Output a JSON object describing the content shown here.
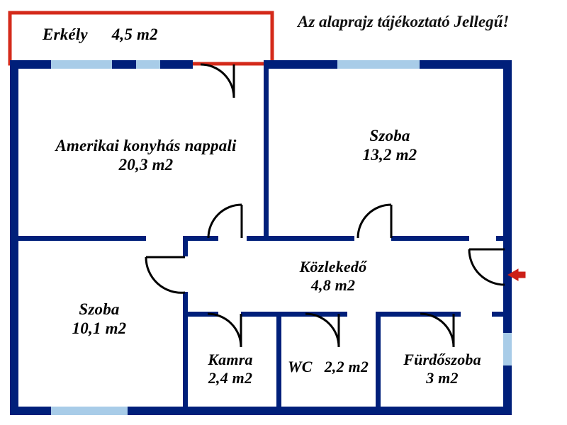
{
  "plan": {
    "title": "Az alaprajz tájékoztató Jellegű!",
    "colors": {
      "wall": "#001f7a",
      "window": "#a8cce8",
      "balcony_outline": "#d42a1a",
      "entry_arrow": "#cc1f18",
      "door_arc": "#000000",
      "background": "#ffffff",
      "text": "#000000"
    },
    "rooms": [
      {
        "id": "erkely",
        "name": "Erkély",
        "area": "4,5 m2",
        "inline": true
      },
      {
        "id": "nappali",
        "name": "Amerikai konyhás nappali",
        "area": "20,3 m2",
        "inline": false
      },
      {
        "id": "szoba1",
        "name": "Szoba",
        "area": "13,2 m2",
        "inline": false
      },
      {
        "id": "kozlekedo",
        "name": "Közlekedő",
        "area": "4,8 m2",
        "inline": false
      },
      {
        "id": "szoba2",
        "name": "Szoba",
        "area": "10,1 m2",
        "inline": false
      },
      {
        "id": "kamra",
        "name": "Kamra",
        "area": "2,4 m2",
        "inline": false
      },
      {
        "id": "wc",
        "name": "WC",
        "area": "2,2 m2",
        "inline": true
      },
      {
        "id": "furdoszoba",
        "name": "Fürdőszoba",
        "area": "3 m2",
        "inline": false
      }
    ],
    "annotations": {
      "entry_arrow_name": "entrance-direction-arrow"
    }
  }
}
